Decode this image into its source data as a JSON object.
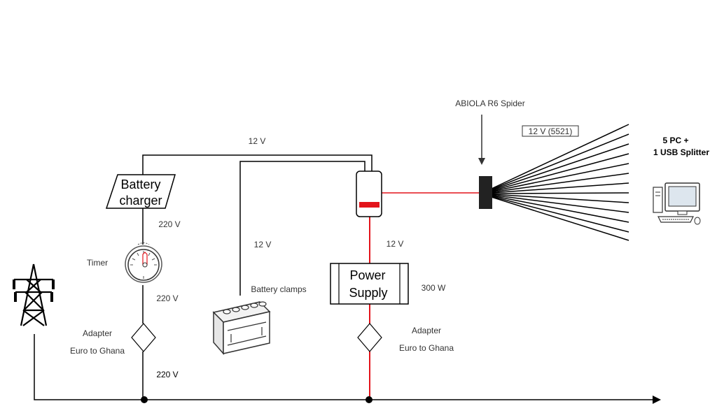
{
  "labels": {
    "spider": "ABIOLA R6 Spider",
    "spider_output": "12 V (5521)",
    "pcs_line1": "5 PC +",
    "pcs_line2": "1 USB Splitter",
    "top_voltage": "12 V",
    "battery_charger_line1": "Battery",
    "battery_charger_line2": "charger",
    "charger_output_voltage": "220 V",
    "timer": "Timer",
    "timer_output_voltage": "220 V",
    "adapter_left_line1": "Adapter",
    "adapter_left_line2": "Euro to Ghana",
    "mains_voltage": "220 V",
    "battery_line_voltage": "12 V",
    "battery_clamps": "Battery clamps",
    "supply_line_voltage": "12 V",
    "power_supply_line1": "Power",
    "power_supply_line2": "Supply",
    "power_supply_rating": "300 W",
    "adapter_right_line1": "Adapter",
    "adapter_right_line2": "Euro to Ghana"
  },
  "colors": {
    "wire": "#000000",
    "wire_12v_red": "#e3141b",
    "switch_indicator": "#e3141b"
  }
}
